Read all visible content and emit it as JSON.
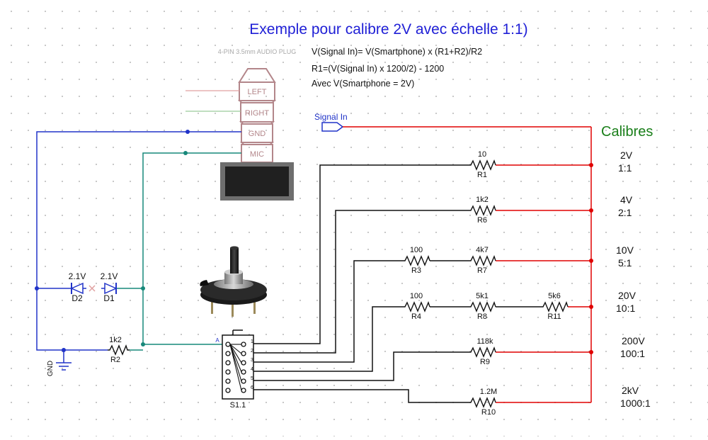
{
  "title": "Exemple pour calibre 2V avec échelle 1:1)",
  "formulas": [
    "V(Signal In)= V(Smartphone) x (R1+R2)/R2",
    "R1=(V(Signal In) x 1200/2) - 1200",
    "Avec V(Smartphone = 2V)"
  ],
  "plug": {
    "caption": "4-PIN 3.5mm AUDIO PLUG",
    "rings": [
      "LEFT",
      "RIGHT",
      "GND",
      "MIC"
    ]
  },
  "signal_in": "Signal  In",
  "calibres_title": "Calibres",
  "calibres": [
    {
      "voltage": "2V",
      "ratio": "1:1"
    },
    {
      "voltage": "4V",
      "ratio": "2:1"
    },
    {
      "voltage": "10V",
      "ratio": "5:1"
    },
    {
      "voltage": "20V",
      "ratio": "10:1"
    },
    {
      "voltage": "200V",
      "ratio": "100:1"
    },
    {
      "voltage": "2kV",
      "ratio": "1000:1"
    }
  ],
  "resistors": {
    "R1": {
      "value": "10",
      "ref": "R1"
    },
    "R6": {
      "value": "1k2",
      "ref": "R6"
    },
    "R3": {
      "value": "100",
      "ref": "R3"
    },
    "R7": {
      "value": "4k7",
      "ref": "R7"
    },
    "R4": {
      "value": "100",
      "ref": "R4"
    },
    "R8": {
      "value": "5k1",
      "ref": "R8"
    },
    "R11": {
      "value": "5k6",
      "ref": "R11"
    },
    "R9": {
      "value": "118k",
      "ref": "R9"
    },
    "R10": {
      "value": "1.2M",
      "ref": "R10"
    },
    "R2": {
      "value": "1k2",
      "ref": "R2"
    }
  },
  "diodes": {
    "D2": {
      "value": "2.1V",
      "ref": "D2"
    },
    "D1": {
      "value": "2.1V",
      "ref": "D1"
    }
  },
  "switch": {
    "ref": "S1.1",
    "common": "A",
    "pins": [
      "1",
      "2",
      "3",
      "4",
      "5",
      "6"
    ]
  },
  "ground_label": "GND",
  "colors": {
    "title": "#1f1fd6",
    "calibres_title": "#1a7f1a",
    "wire_red": "#e00000",
    "wire_blue": "#2033c8",
    "wire_teal": "#17887a",
    "wire_black": "#000000",
    "plug": "#b3868a"
  },
  "icons": [
    "potentiometer-photo",
    "audio-plug-drawing",
    "ground-symbol"
  ]
}
